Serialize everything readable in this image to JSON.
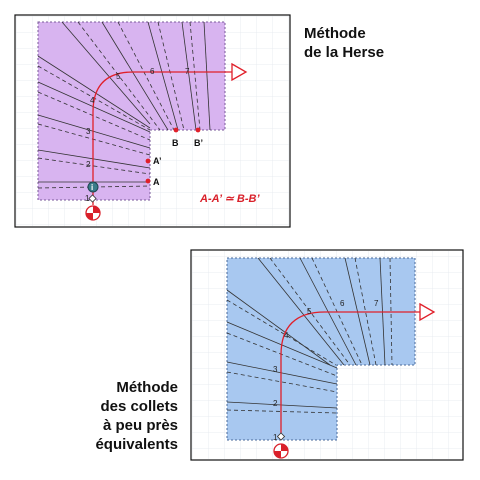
{
  "top_panel": {
    "title_line1": "Méthode",
    "title_line2": "de la Herse",
    "marker_A": "A",
    "marker_A_prime": "A’",
    "marker_B": "B",
    "marker_B_prime": "B’",
    "equation": "A-A’ ≃ B-B’",
    "start_marker": "1",
    "step_numbers": [
      "2",
      "3",
      "4",
      "5",
      "6",
      "7"
    ],
    "top_label": "i",
    "fill_color": "#d8b4f0",
    "line_color": "#e0202a"
  },
  "bottom_panel": {
    "title_line1": "Méthode",
    "title_line2": "des collets",
    "title_line3": "à peu près",
    "title_line4": "équivalents",
    "start_marker": "1",
    "step_numbers": [
      "2",
      "3",
      "4",
      "5",
      "6",
      "7"
    ],
    "fill_color": "#a8c8f0",
    "line_color": "#e0202a"
  }
}
